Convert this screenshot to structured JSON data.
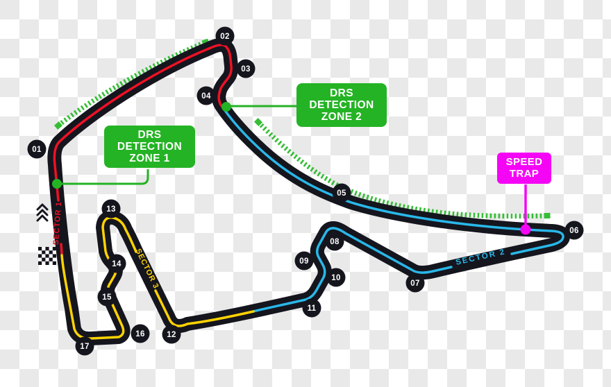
{
  "title": "Formula 1 circuit track map with DRS zones, speed trap, sector lines and numbered turns",
  "turns": [
    "01",
    "02",
    "03",
    "04",
    "05",
    "06",
    "07",
    "08",
    "09",
    "10",
    "11",
    "12",
    "13",
    "14",
    "15",
    "16",
    "17"
  ],
  "sector_labels": {
    "s1": "SECTOR 1",
    "s2": "SECTOR 2",
    "s3": "SECTOR 3"
  },
  "annotations": {
    "drs_zone_1": {
      "lines": [
        "DRS",
        "DETECTION",
        "ZONE 1"
      ]
    },
    "drs_zone_2": {
      "lines": [
        "DRS",
        "DETECTION",
        "ZONE 2"
      ]
    },
    "speed_trap": {
      "lines": [
        "SPEED",
        "TRAP"
      ]
    }
  },
  "icons": {
    "start_finish": "checkered-flag-icon",
    "race_direction": "chevrons-up-icon",
    "drs_detection_point_1": "green-dot",
    "drs_detection_point_2": "green-dot",
    "speed_trap_point": "magenta-dot",
    "drs_zone_marker": "green-dashed-line"
  },
  "colors": {
    "background_checker_gray": "#e9e9e9",
    "background_white": "#ffffff",
    "track": "#15151e",
    "sector1_red": "#ed1224",
    "sector2_cyan": "#29b7e8",
    "sector3_yellow": "#ffd300",
    "drs_green": "#24b324",
    "drs_dash_green": "#35bd35",
    "speed_trap_magenta": "#f505f5",
    "text_white": "#ffffff"
  }
}
